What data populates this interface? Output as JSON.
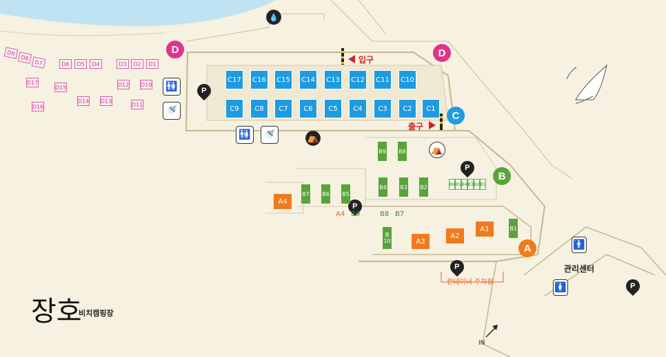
{
  "labels": {
    "entrance": "입구",
    "exit": "출구",
    "container_parking": "컨테이너 주차장",
    "management_center": "관리센터",
    "in": "IN",
    "logo_main": "장호",
    "logo_sub": "비치캠핑장"
  },
  "zones": {
    "D1": "D",
    "D2": "D",
    "C": "C",
    "B": "B",
    "A": "A"
  },
  "zone_colors": {
    "D": "#e0338a",
    "C": "#1e9be0",
    "B": "#5aa33c",
    "A": "#f07a1e"
  },
  "parking_label": "P",
  "sites_c_top": [
    "C17",
    "C16",
    "C15",
    "C14",
    "C13",
    "C12",
    "C11",
    "C10"
  ],
  "sites_c_bottom": [
    "C9",
    "C8",
    "C7",
    "C6",
    "C5",
    "C4",
    "C3",
    "C2",
    "C1"
  ],
  "sites_d": [
    "D9",
    "D8",
    "D7",
    "D6",
    "D5",
    "D4",
    "D3",
    "D2",
    "D1",
    "D17",
    "D15",
    "D12",
    "D10",
    "D16",
    "D14",
    "D13",
    "D11"
  ],
  "sites_b": [
    "B9",
    "B8",
    "B7",
    "B6",
    "B5",
    "B4",
    "B3",
    "B2",
    "B1"
  ],
  "sites_b_small": [
    "B6",
    "B5",
    "B4",
    "B3",
    "B2",
    "B1"
  ],
  "b10_top": "B",
  "b10_bottom": "10",
  "sites_a": [
    "A4",
    "A3",
    "A2",
    "A1"
  ],
  "row_labels": {
    "a4": "A4",
    "b9": "B9",
    "b8": "B8",
    "b7": "B7"
  },
  "icons": [
    "toilet-icon",
    "shower-icon",
    "tent-icon",
    "water-icon",
    "seagull-icon"
  ]
}
